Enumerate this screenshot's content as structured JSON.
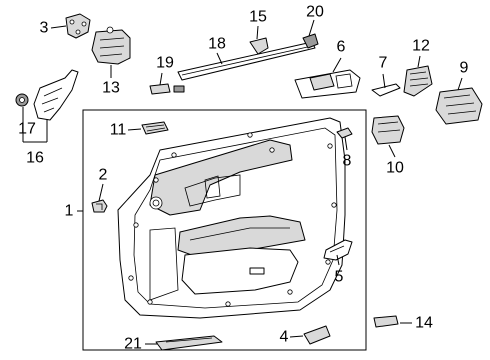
{
  "callouts": {
    "c1": "1",
    "c2": "2",
    "c3": "3",
    "c4": "4",
    "c5": "5",
    "c6": "6",
    "c7": "7",
    "c8": "8",
    "c9": "9",
    "c10": "10",
    "c11": "11",
    "c12": "12",
    "c13": "13",
    "c14": "14",
    "c15": "15",
    "c16": "16",
    "c17": "17",
    "c18": "18",
    "c19": "19",
    "c20": "20",
    "c21": "21"
  },
  "colors": {
    "line": "#000000",
    "part_fill": "#ffffff",
    "part_shade": "#d9d9d9",
    "part_dark": "#9a9a9a",
    "background": "#ffffff"
  }
}
